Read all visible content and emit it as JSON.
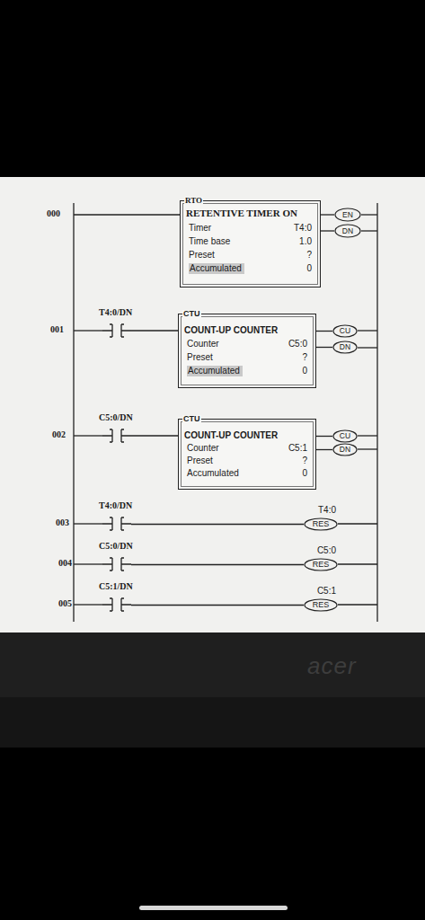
{
  "diagram": {
    "nodes": [
      {
        "text": [
          "RTO",
          "RETENTIVE TIMER ON",
          "Timer",
          "T4:0",
          "Time base",
          "1.0",
          "Preset",
          "?",
          "Accumulated",
          "0"
        ]
      },
      {
        "text": [
          "EN"
        ]
      },
      {
        "text": [
          "DN"
        ]
      },
      {
        "text": [
          "T4:0/DN"
        ]
      },
      {
        "text": [
          "CTU",
          "COUNT-UP COUNTER",
          "Counter",
          "C5:0",
          "Preset",
          "?",
          "Accumulated",
          "0"
        ]
      },
      {
        "text": [
          "CU"
        ]
      },
      {
        "text": [
          "DN"
        ]
      },
      {
        "text": [
          "C5:0/DN"
        ]
      },
      {
        "text": [
          "CTU",
          "COUNT-UP COUNTER",
          "Counter",
          "C5:1",
          "Preset",
          "?",
          "Accumulated",
          "0"
        ]
      },
      {
        "text": [
          "CU"
        ]
      },
      {
        "text": [
          "DN"
        ]
      },
      {
        "text": [
          "T4:0/DN"
        ]
      },
      {
        "text": [
          "T4:0",
          "RES"
        ]
      },
      {
        "text": [
          "C5:0/DN"
        ]
      },
      {
        "text": [
          "C5:0",
          "RES"
        ]
      },
      {
        "text": [
          "C5:1/DN"
        ]
      },
      {
        "text": [
          "C5:1",
          "RES"
        ]
      }
    ],
    "edges": [
      {
        "from": 0,
        "to": 1,
        "arrow": "none"
      },
      {
        "from": 0,
        "to": 2,
        "arrow": "none"
      },
      {
        "from": 3,
        "to": 4,
        "arrow": "none"
      },
      {
        "from": 4,
        "to": 5,
        "arrow": "none"
      },
      {
        "from": 4,
        "to": 6,
        "arrow": "none"
      },
      {
        "from": 7,
        "to": 8,
        "arrow": "none"
      },
      {
        "from": 8,
        "to": 9,
        "arrow": "none"
      },
      {
        "from": 8,
        "to": 10,
        "arrow": "none"
      },
      {
        "from": 11,
        "to": 12,
        "arrow": "none"
      },
      {
        "from": 13,
        "to": 14,
        "arrow": "none"
      },
      {
        "from": 15,
        "to": 16,
        "arrow": "none"
      }
    ],
    "labels": [
      "000",
      "001",
      "002",
      "003",
      "004",
      "005",
      "acer"
    ]
  }
}
